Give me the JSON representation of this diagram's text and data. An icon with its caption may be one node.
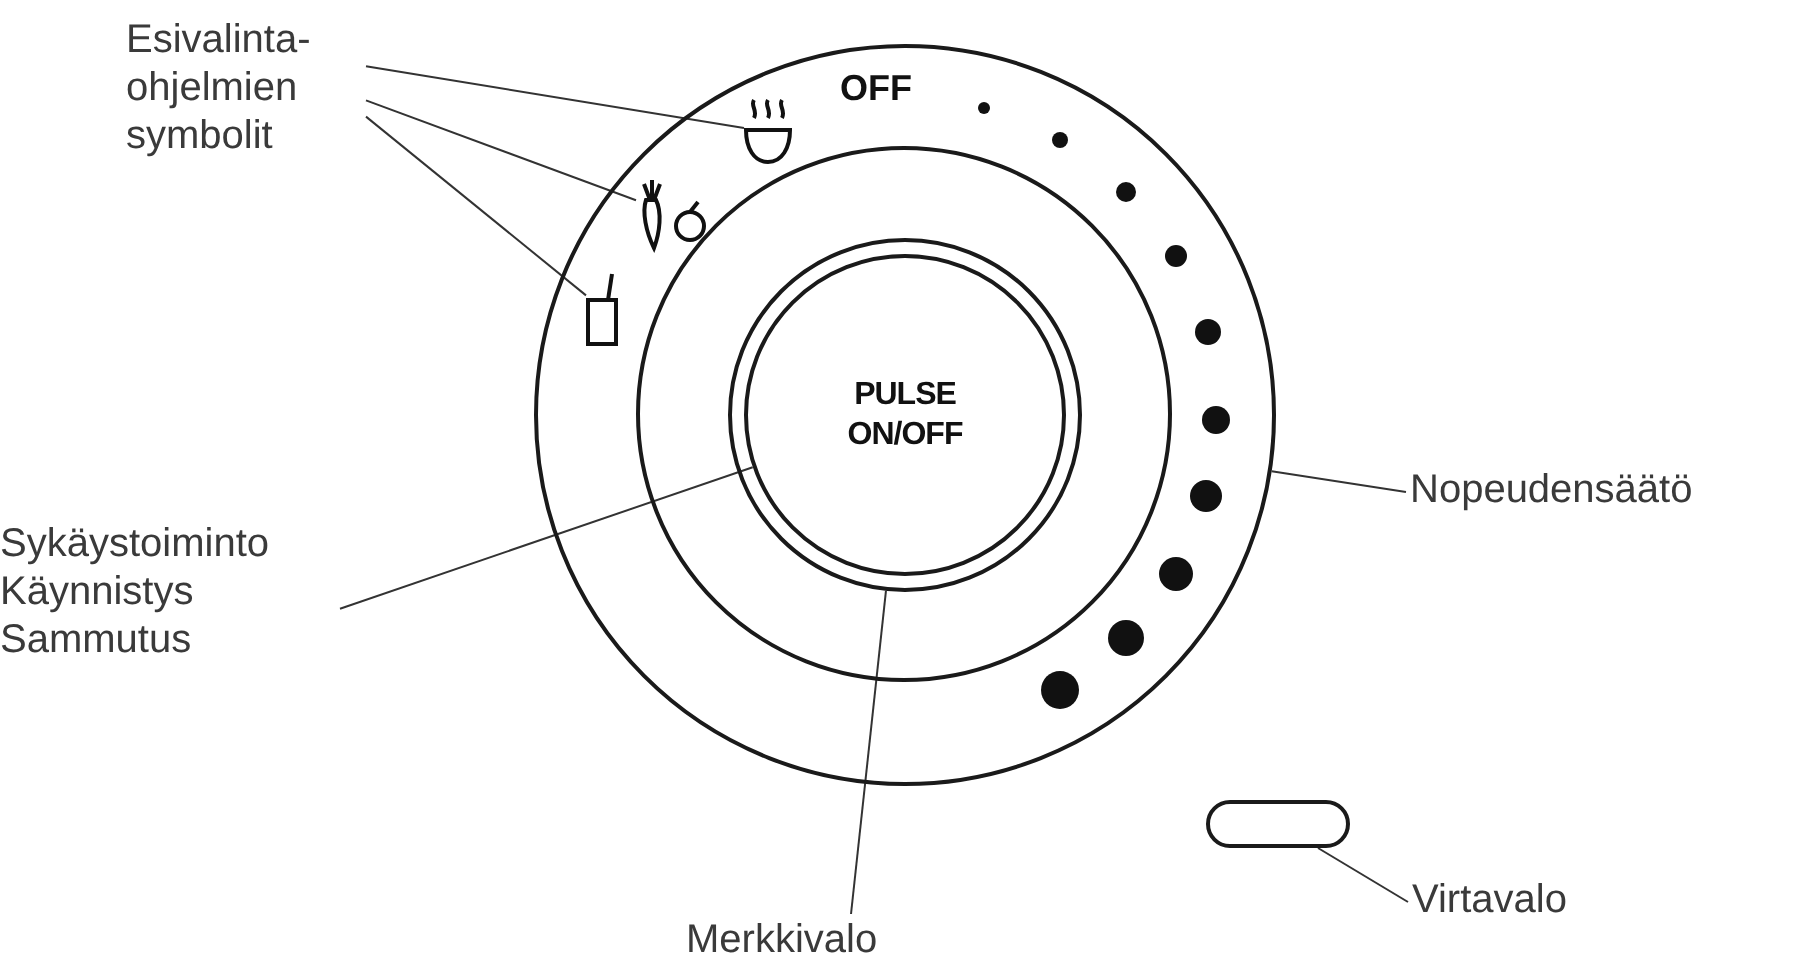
{
  "diagram": {
    "nodes": [
      {
        "text": [
          "Esivalinta- ohjelmien symbolit"
        ]
      },
      {
        "text": [],
        "shape": "circle"
      },
      {
        "text": [],
        "shape": "bowl",
        "in": 1
      },
      {
        "text": [],
        "shape": "picture",
        "in": 1
      },
      {
        "text": [],
        "shape": "cup",
        "in": 1
      },
      {
        "text": [],
        "shape": "circle",
        "in": 1
      },
      {
        "text": [
          "PULSE ON/OFF"
        ],
        "in": 5
      },
      {
        "text": [
          "Nopeudensäätö"
        ]
      },
      {
        "text": [
          "Sykäystoiminto Käynnistys Sammutus"
        ]
      },
      {
        "text": [],
        "shape": "box"
      },
      {
        "text": [
          "Merkkivalo"
        ]
      },
      {
        "text": [
          "Virtavalo"
        ]
      }
    ],
    "edges": [
      {
        "from": 0,
        "to": 2,
        "arrow": "none"
      },
      {
        "from": 0,
        "to": 3,
        "arrow": "none"
      },
      {
        "from": 0,
        "to": 4,
        "arrow": "none"
      },
      {
        "from": 7,
        "to": 1,
        "arrow": "none"
      },
      {
        "from": 8,
        "to": 6,
        "arrow": "none"
      },
      {
        "from": 10,
        "to": 5,
        "arrow": "none"
      },
      {
        "from": 11,
        "to": 9,
        "arrow": "none"
      }
    ],
    "labels": [
      "OFF"
    ]
  }
}
